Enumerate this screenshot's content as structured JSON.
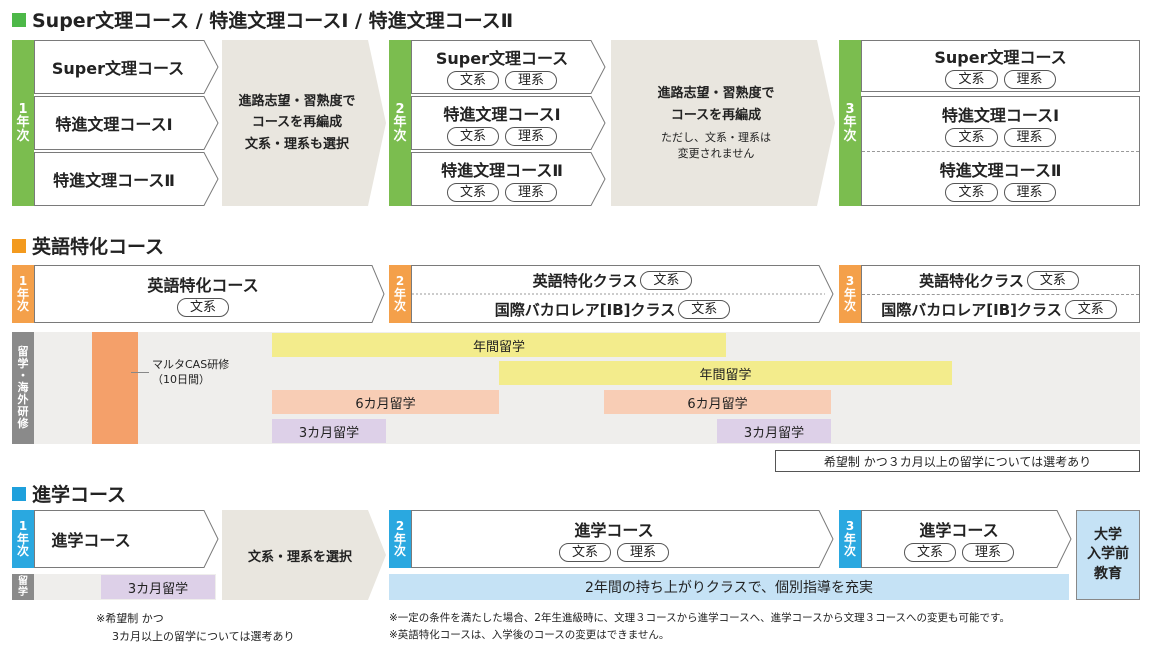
{
  "section1": {
    "title": "Super文理コース / 特進文理コースⅠ / 特進文理コースⅡ",
    "year1": {
      "label_num": "1",
      "label_a": "年",
      "label_b": "次",
      "courses": [
        "Super文理コース",
        "特進文理コースⅠ",
        "特進文理コースⅡ"
      ]
    },
    "transition1": {
      "lines": [
        "進路志望・習熟度で",
        "コースを再編成",
        "文系・理系も選択"
      ]
    },
    "year2": {
      "label_num": "2",
      "label_a": "年",
      "label_b": "次",
      "courses": [
        "Super文理コース",
        "特進文理コースⅠ",
        "特進文理コースⅡ"
      ]
    },
    "transition2": {
      "lines": [
        "進路志望・習熟度で",
        "コースを再編成"
      ],
      "sub": [
        "ただし、文系・理系は",
        "変更されません"
      ]
    },
    "year3": {
      "label_num": "3",
      "label_a": "年",
      "label_b": "次",
      "courses": [
        "Super文理コース",
        "特進文理コースⅠ",
        "特進文理コースⅡ"
      ]
    },
    "pill_bun": "文系",
    "pill_ri": "理系"
  },
  "section2": {
    "title": "英語特化コース",
    "year1": {
      "label_num": "1",
      "label_a": "年",
      "label_b": "次",
      "course": "英語特化コース",
      "pill": "文系"
    },
    "year2": {
      "label_num": "2",
      "label_a": "年",
      "label_b": "次",
      "row1": "英語特化クラス",
      "row2": "国際バカロレア[IB]クラス",
      "pill": "文系"
    },
    "year3": {
      "label_num": "3",
      "label_a": "年",
      "label_b": "次",
      "row1": "英語特化クラス",
      "row2": "国際バカロレア[IB]クラス",
      "pill": "文系"
    },
    "study_label": [
      "留",
      "学",
      "・",
      "海",
      "外",
      "研",
      "修"
    ],
    "malta": [
      "マルタCAS研修",
      "（10日間）"
    ],
    "bars": {
      "year_a": "年間留学",
      "year_b": "年間留学",
      "six_a": "6カ月留学",
      "six_b": "6カ月留学",
      "three_a": "3カ月留学",
      "three_b": "3カ月留学"
    },
    "note": "希望制 かつ３カ月以上の留学については選考あり"
  },
  "section3": {
    "title": "進学コース",
    "year1": {
      "label_num": "1",
      "label_a": "年",
      "label_b": "次",
      "course": "進学コース"
    },
    "transition": "文系・理系を選択",
    "year2": {
      "label_num": "2",
      "label_a": "年",
      "label_b": "次",
      "course": "進学コース"
    },
    "year3": {
      "label_num": "3",
      "label_a": "年",
      "label_b": "次",
      "course": "進学コース"
    },
    "university": [
      "大学",
      "入学前",
      "教育"
    ],
    "study_label": [
      "留",
      "学"
    ],
    "three_month": "3カ月留学",
    "two_year": "2年間の持ち上がりクラスで、個別指導を充実",
    "note_left": [
      "※希望制 かつ",
      "3カ月以上の留学については選考あり"
    ],
    "note_right": [
      "※一定の条件を満たした場合、2年生進級時に、文理３コースから進学コースへ、進学コースから文理３コースへの変更も可能です。",
      "※英語特化コースは、入学後のコースの変更はできません。"
    ]
  },
  "colors": {
    "green": "#7bbd4f",
    "orange": "#f4a04a",
    "blue": "#2aa8e0",
    "gray": "#e9e6df",
    "yellow": "#f3ec8c",
    "salmon": "#f8cdb5",
    "lavender": "#ddd0e8",
    "lightblue": "#c5e2f5",
    "darkgray": "#8a8a8a"
  }
}
